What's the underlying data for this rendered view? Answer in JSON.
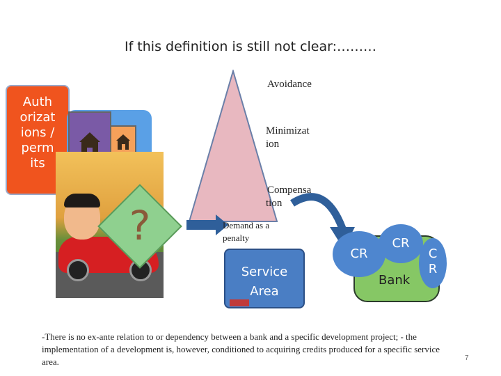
{
  "title": "If this definition is still not clear:………",
  "auth_box": {
    "lines": [
      "Auth",
      "orizat",
      "ions /",
      "perm",
      "its"
    ]
  },
  "hierarchy": {
    "avoidance": "Avoidance",
    "minimization_1": "Minimizat",
    "minimization_2": "ion",
    "compensation_1": "Compensa",
    "compensation_2": "tion"
  },
  "demand": {
    "line1": "Demand as a",
    "line2": "penalty"
  },
  "service_area": {
    "line1": "Service",
    "line2": "Area"
  },
  "bank": {
    "cr_left": "CR",
    "cr_top": "CR",
    "cr_right_1": "C",
    "cr_right_2": "R",
    "label": "Bank"
  },
  "question_mark": "?",
  "footer": "-There is no ex-ante relation to or dependency between a bank and  a specific development project; - the implementation of a development is, however, conditioned to acquiring credits produced for a specific service area.",
  "page_number": "7",
  "colors": {
    "auth_bg": "#f0541e",
    "triangle_fill": "#e8b8c0",
    "service_area": "#4a7ec4",
    "bank": "#86c765",
    "cr_bubble": "#4e86cf",
    "arrow": "#2f5f9a"
  }
}
